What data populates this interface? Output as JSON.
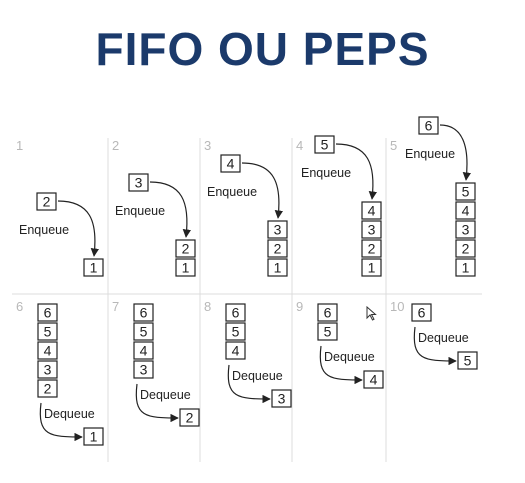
{
  "title": "FIFO OU PEPS",
  "colors": {
    "title": "#1b3a6b",
    "grid": "#dcdcdc",
    "ink": "#222222",
    "step_number": "#b8b8b8"
  },
  "operations": {
    "enqueue": "Enqueue",
    "dequeue": "Dequeue"
  },
  "steps": [
    {
      "number": "1",
      "operation": "enqueue",
      "item": "1",
      "queue": [
        "1"
      ]
    },
    {
      "number": "2",
      "operation": "enqueue",
      "item": "2",
      "queue": [
        "2",
        "1"
      ]
    },
    {
      "number": "3",
      "operation": "enqueue",
      "item": "3",
      "queue": [
        "3",
        "2",
        "1"
      ]
    },
    {
      "number": "4",
      "operation": "enqueue",
      "item": "4",
      "queue": [
        "4",
        "3",
        "2",
        "1"
      ]
    },
    {
      "number": "5",
      "operation": "enqueue",
      "item": "5",
      "queue": [
        "5",
        "4",
        "3",
        "2",
        "1"
      ]
    },
    {
      "number": "6",
      "operation": "dequeue",
      "item": "1",
      "queue": [
        "6",
        "5",
        "4",
        "3",
        "2"
      ]
    },
    {
      "number": "7",
      "operation": "dequeue",
      "item": "2",
      "queue": [
        "6",
        "5",
        "4",
        "3"
      ]
    },
    {
      "number": "8",
      "operation": "dequeue",
      "item": "3",
      "queue": [
        "6",
        "5",
        "4"
      ]
    },
    {
      "number": "9",
      "operation": "dequeue",
      "item": "4",
      "queue": [
        "6",
        "5"
      ]
    },
    {
      "number": "10",
      "operation": "dequeue",
      "item": "5",
      "queue": [
        "6"
      ]
    }
  ],
  "enqueue_incoming": [
    "2",
    "3",
    "4",
    "5",
    "6"
  ]
}
